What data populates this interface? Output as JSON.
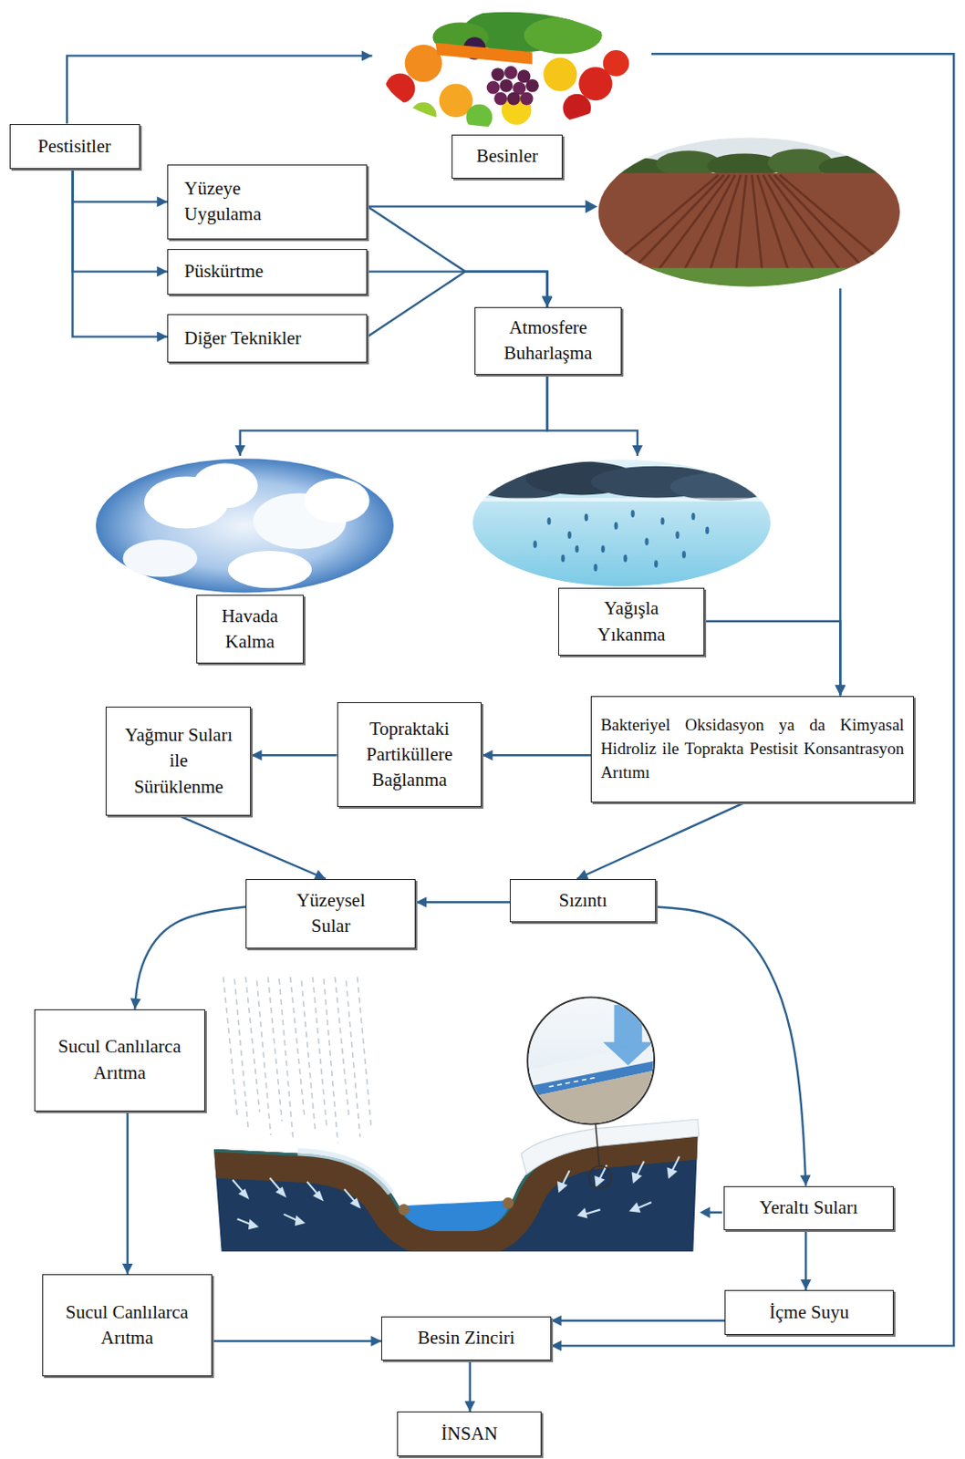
{
  "diagram": {
    "nodes": [
      {
        "text": [
          "Pestisitler"
        ]
      },
      {
        "text": [
          "Besinler"
        ]
      },
      {
        "text": [
          "Yüzeye Uygulama"
        ]
      },
      {
        "text": [
          "Püskürtme"
        ]
      },
      {
        "text": [
          "Diğer Teknikler"
        ]
      },
      {
        "text": [
          "Atmosfere Buharlaşma"
        ]
      },
      {
        "text": [
          "Havada Kalma"
        ]
      },
      {
        "text": [
          "Yağışla Yıkanma"
        ]
      },
      {
        "text": [
          "Bakteriyel Oksidasyon ya da Kimyasal Hidroliz ile Toprakta Pestisit Konsantrasyon Arıtımı"
        ]
      },
      {
        "text": [
          "Topraktaki Partiküllere Bağlanma"
        ]
      },
      {
        "text": [
          "Yağmur Suları ile Sürüklenme"
        ]
      },
      {
        "text": [
          "Yüzeysel Sular"
        ]
      },
      {
        "text": [
          "Sızıntı"
        ]
      },
      {
        "text": [
          "Sucul Canlılarca Arıtma"
        ]
      },
      {
        "text": [
          "Yeraltı Suları"
        ]
      },
      {
        "text": [
          "Sucul Canlılarca Arıtma"
        ]
      },
      {
        "text": [
          "İçme Suyu"
        ]
      },
      {
        "text": [
          "Besin Zinciri"
        ]
      },
      {
        "text": [
          "İNSAN"
        ]
      }
    ],
    "edges": [
      {
        "from": 0,
        "to": 1,
        "arrow": "to"
      },
      {
        "from": 0,
        "to": 2,
        "arrow": "to"
      },
      {
        "from": 0,
        "to": 3,
        "arrow": "to"
      },
      {
        "from": 0,
        "to": 4,
        "arrow": "to"
      },
      {
        "from": 2,
        "to": 5,
        "arrow": "to"
      },
      {
        "from": 3,
        "to": 5,
        "arrow": "to"
      },
      {
        "from": 4,
        "to": 5,
        "arrow": "to"
      },
      {
        "from": 2,
        "to": 8,
        "arrow": "to"
      },
      {
        "from": 5,
        "to": 6,
        "arrow": "to"
      },
      {
        "from": 5,
        "to": 7,
        "arrow": "to"
      },
      {
        "from": 7,
        "to": 8,
        "arrow": "to"
      },
      {
        "from": 8,
        "to": 9,
        "arrow": "to"
      },
      {
        "from": 9,
        "to": 10,
        "arrow": "to"
      },
      {
        "from": 10,
        "to": 11,
        "arrow": "to"
      },
      {
        "from": 8,
        "to": 12,
        "arrow": "to"
      },
      {
        "from": 12,
        "to": 11,
        "arrow": "to"
      },
      {
        "from": 12,
        "to": 14,
        "arrow": "to"
      },
      {
        "from": 11,
        "to": 13,
        "arrow": "to"
      },
      {
        "from": 13,
        "to": 15,
        "arrow": "to"
      },
      {
        "from": 14,
        "to": 16,
        "arrow": "to"
      },
      {
        "from": 16,
        "to": 17,
        "arrow": "to"
      },
      {
        "from": 15,
        "to": 17,
        "arrow": "to"
      },
      {
        "from": 1,
        "to": 17,
        "arrow": "to"
      },
      {
        "from": 17,
        "to": 18,
        "arrow": "to"
      }
    ]
  }
}
